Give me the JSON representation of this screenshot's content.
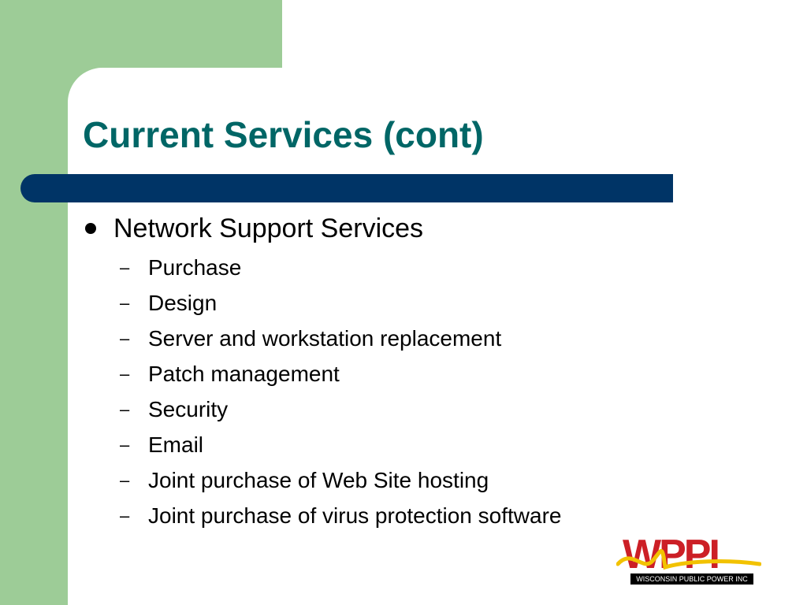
{
  "slide": {
    "title": "Current Services (cont)",
    "bullet": "Network Support Services",
    "sub_items": [
      "Purchase",
      "Design",
      "Server and workstation replacement",
      "Patch management",
      "Security",
      "Email",
      "Joint purchase of Web Site hosting",
      "Joint purchase of virus protection software"
    ],
    "sub_bullet_glyph": "–"
  },
  "logo": {
    "wordmark": "WPPI",
    "caption": "WISCONSIN PUBLIC POWER INC"
  },
  "colors": {
    "accent_green": "#9dcc97",
    "title_bar_navy": "#003466",
    "title_teal": "#006666",
    "logo_red": "#cc1f26",
    "logo_swoosh_yellow": "#f2c200"
  }
}
